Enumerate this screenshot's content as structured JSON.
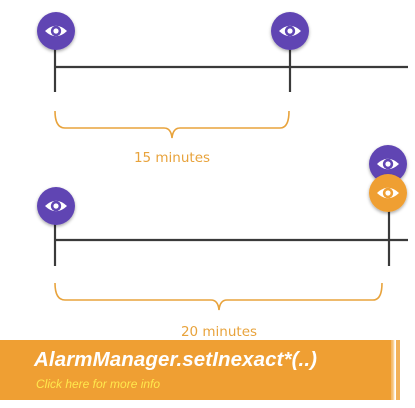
{
  "diagram": {
    "timeline_1": {
      "interval_label": "15 minutes",
      "alarms": [
        {
          "icon": "eye-icon",
          "color": "#6045b3"
        },
        {
          "icon": "eye-icon",
          "color": "#6045b3"
        }
      ]
    },
    "timeline_2": {
      "interval_label": "20 minutes",
      "alarms": [
        {
          "icon": "eye-icon",
          "color": "#6045b3"
        },
        {
          "icon": "eye-icon",
          "color": "#6045b3"
        },
        {
          "icon": "eye-icon",
          "color": "#ef9f33"
        }
      ]
    },
    "colors": {
      "alarm": "#6045b3",
      "highlight": "#ef9f33",
      "line": "#3a3a3a",
      "brace": "#e8a33c"
    }
  },
  "banner": {
    "title": "AlarmManager.setInexact*(..)",
    "link_text": "Click here for more info"
  }
}
